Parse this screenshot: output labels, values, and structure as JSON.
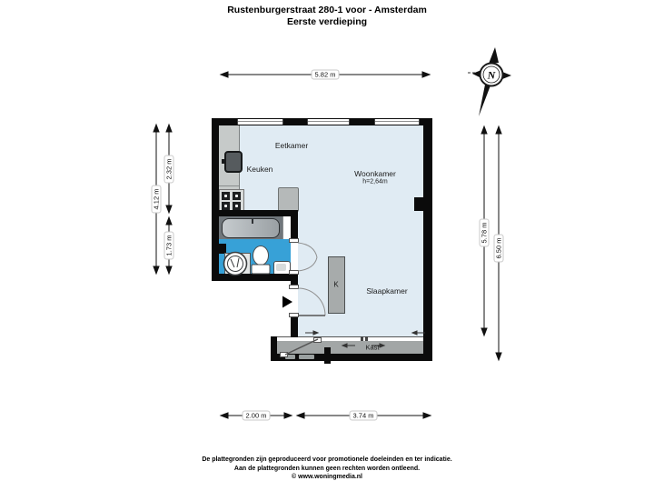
{
  "title": {
    "line1": "Rustenburgerstraat 280-1 voor - Amsterdam",
    "line2": "Eerste verdieping"
  },
  "compass": {
    "north_label": "N"
  },
  "rooms": {
    "eetkamer": "Eetkamer",
    "keuken": "Keuken",
    "woonkamer": "Woonkamer",
    "woonkamer_ceiling_height": "h=2,64m",
    "slaapkamer": "Slaapkamer",
    "closet_k": "K",
    "kast": "Kast"
  },
  "dimensions": {
    "top_width": "5.82 m",
    "left_total": "4.12 m",
    "left_upper": "2.32 m",
    "left_lower": "1.73 m",
    "right_inner": "5.78 m",
    "right_total": "6.50 m",
    "bottom_left": "2.00 m",
    "bottom_right": "3.74 m"
  },
  "footer": {
    "line1": "De plattegronden zijn geproduceerd voor promotionele doeleinden en ter indicatie.",
    "line2": "Aan de plattegronden kunnen geen rechten worden ontleend.",
    "line3": "© www.woningmedia.nl"
  },
  "colors": {
    "floor": "#e0ebf3",
    "bathroom_floor": "#37a1d7",
    "wall": "#0b0b0b",
    "closet_gray": "#a7abab",
    "counter_gray": "#c6cac9"
  }
}
